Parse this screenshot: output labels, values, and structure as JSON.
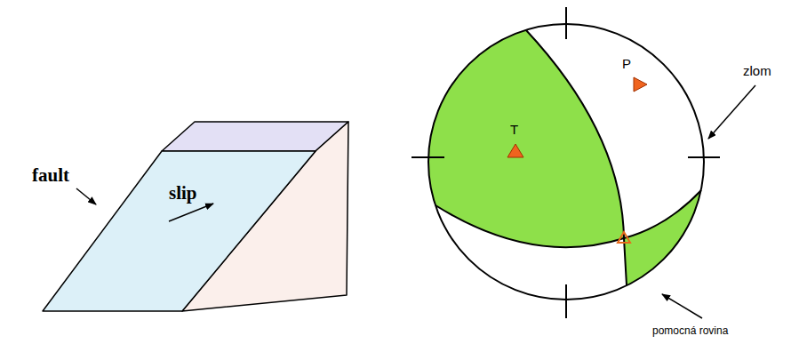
{
  "diagram": {
    "labels": [
      "fault",
      "slip",
      "T",
      "P",
      "zlom",
      "pomocná rovina"
    ]
  }
}
